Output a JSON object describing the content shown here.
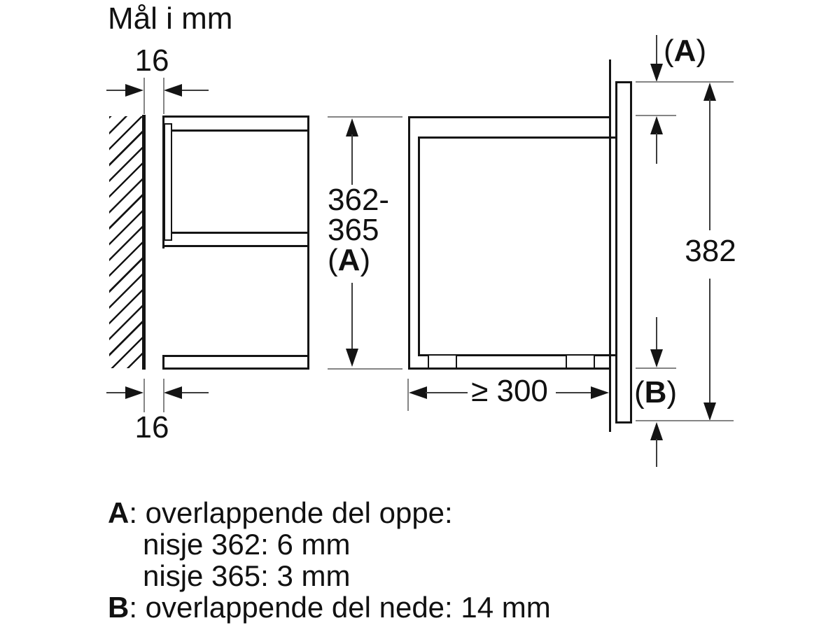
{
  "title": "Mål i mm",
  "colors": {
    "line": "#141414",
    "dimension": "#3d3d3d",
    "extension": "#858585",
    "background": "#ffffff",
    "text": "#111111"
  },
  "left_diagram": {
    "top_gap": "16",
    "bottom_gap": "16",
    "niche_height": {
      "line1": "362-",
      "line2": "365",
      "label": {
        "open": "(",
        "letter": "A",
        "close": ")"
      }
    }
  },
  "right_diagram": {
    "min_depth": "≥ 300",
    "front_height": "382",
    "top_overlap": {
      "open": "(",
      "letter": "A",
      "close": ")"
    },
    "bottom_overlap": {
      "open": "(",
      "letter": "B",
      "close": ")"
    }
  },
  "notes": [
    {
      "prefix": "A",
      "text": ": overlappende del oppe:"
    },
    {
      "prefix": "",
      "text": "nisje 362: 6 mm"
    },
    {
      "prefix": "",
      "text": "nisje 365: 3 mm"
    },
    {
      "prefix": "B",
      "text": ": overlappende del nede: 14 mm"
    }
  ]
}
